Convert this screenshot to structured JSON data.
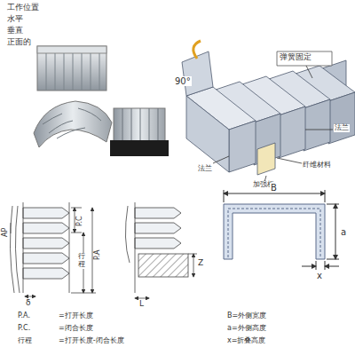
{
  "diagram": {
    "labels": [
      "工作位置",
      "水平",
      "垂直",
      "正面的",
      "90°",
      "弹簧固定",
      "法兰",
      "法兰",
      "纤维材料",
      "加强板",
      "P.C",
      "P.A",
      "行程",
      "AP",
      "δ",
      "Z",
      "L",
      "B",
      "a",
      "x",
      "P.A.",
      "=打开长度",
      "P.C.",
      "=闭合长度",
      "行程",
      "=打开长度-闭合长度",
      "B=外侧宽度",
      "a=外侧高度",
      "x=折叠高度"
    ]
  }
}
